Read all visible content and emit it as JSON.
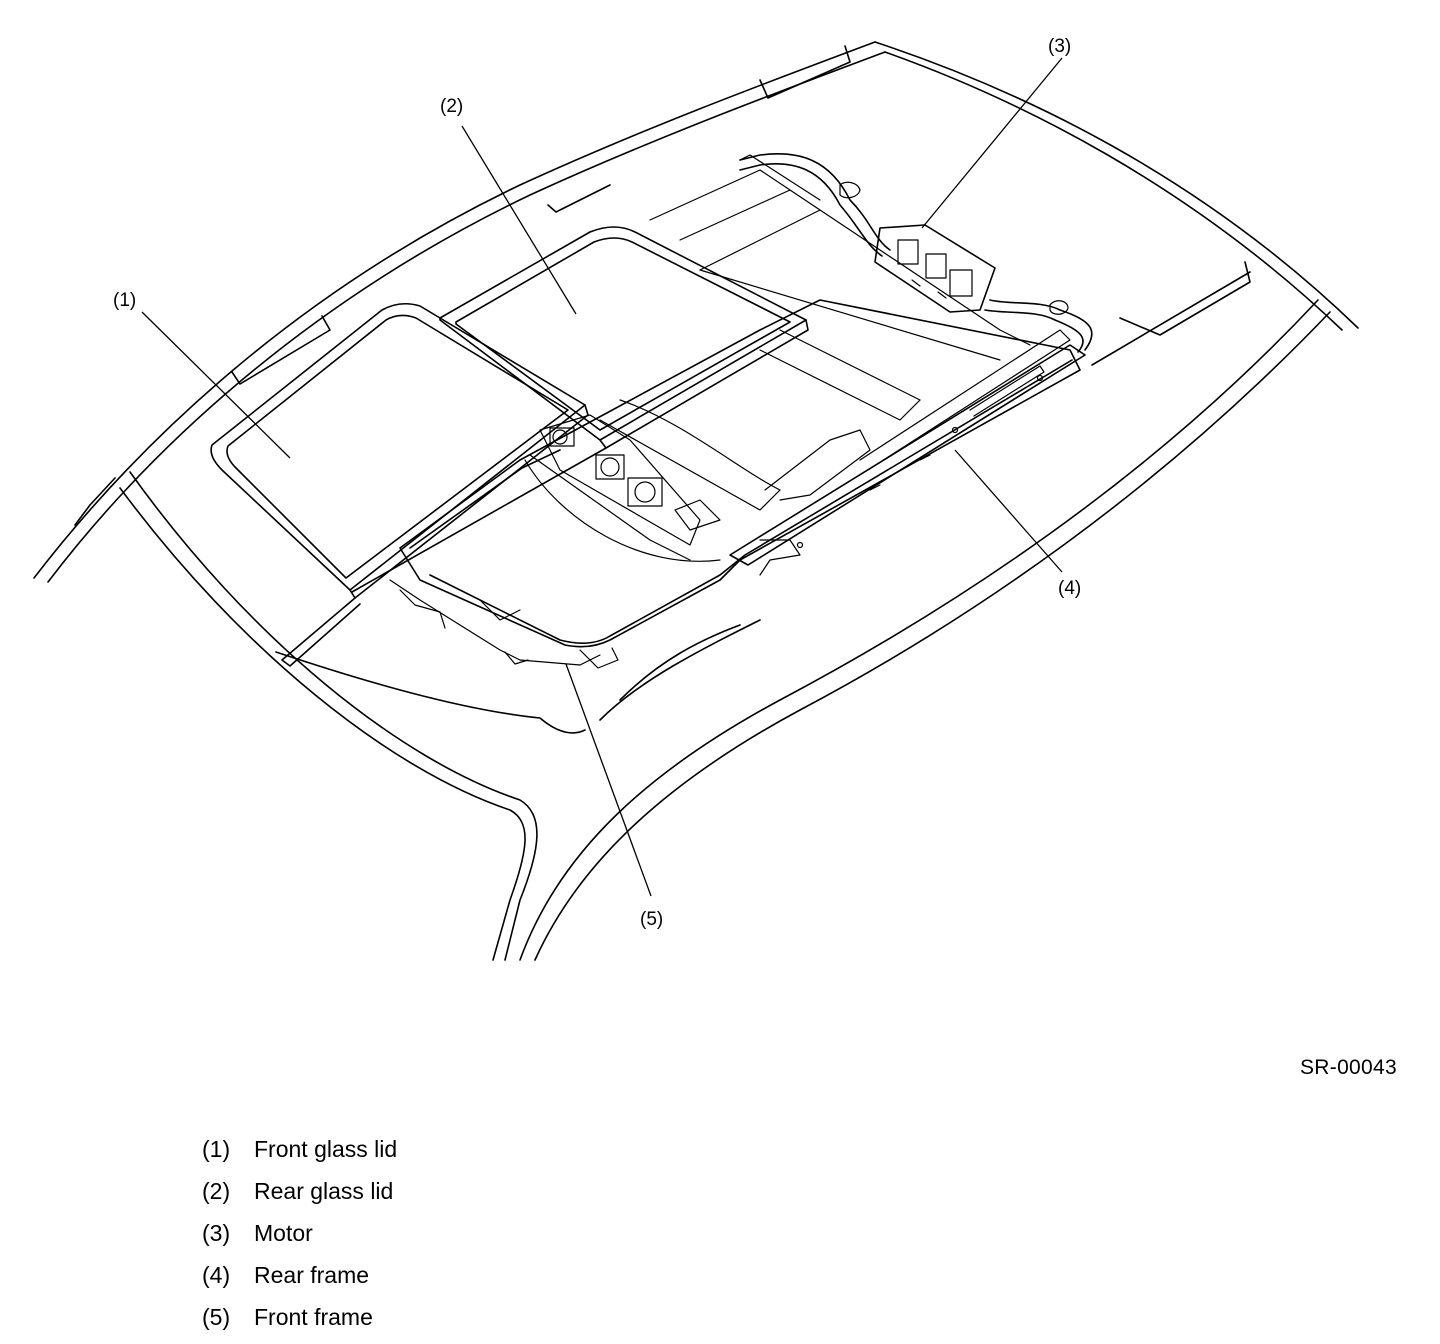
{
  "diagram": {
    "callouts": [
      "(1)",
      "(2)",
      "(3)",
      "(4)",
      "(5)"
    ],
    "figure_code": "SR-00043"
  },
  "legend": [
    {
      "num": "(1)",
      "label": "Front glass lid"
    },
    {
      "num": "(2)",
      "label": "Rear glass lid"
    },
    {
      "num": "(3)",
      "label": "Motor"
    },
    {
      "num": "(4)",
      "label": "Rear frame"
    },
    {
      "num": "(5)",
      "label": "Front frame"
    }
  ]
}
